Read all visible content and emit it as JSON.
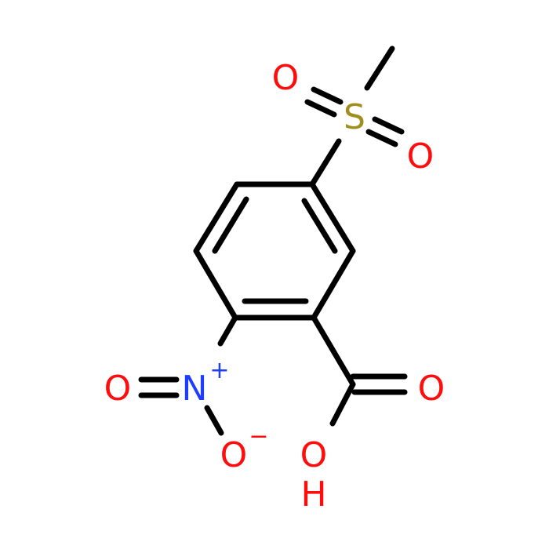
{
  "colors": {
    "bond": "#000000",
    "oxygen": "#ff0d0d",
    "sulfur": "#9f8f1f",
    "nitrogen": "#1f3dff",
    "background": "#ffffff"
  },
  "atoms": {
    "sulfonyl_o_left": "O",
    "sulfonyl_s": "S",
    "sulfonyl_o_right": "O",
    "nitro_o_left": "O",
    "nitro_n": "N",
    "nitro_n_charge": "+",
    "nitro_o_bottom": "O",
    "nitro_o_charge": "−",
    "carboxyl_o_double": "O",
    "carboxyl_o": "O",
    "carboxyl_h": "H"
  }
}
